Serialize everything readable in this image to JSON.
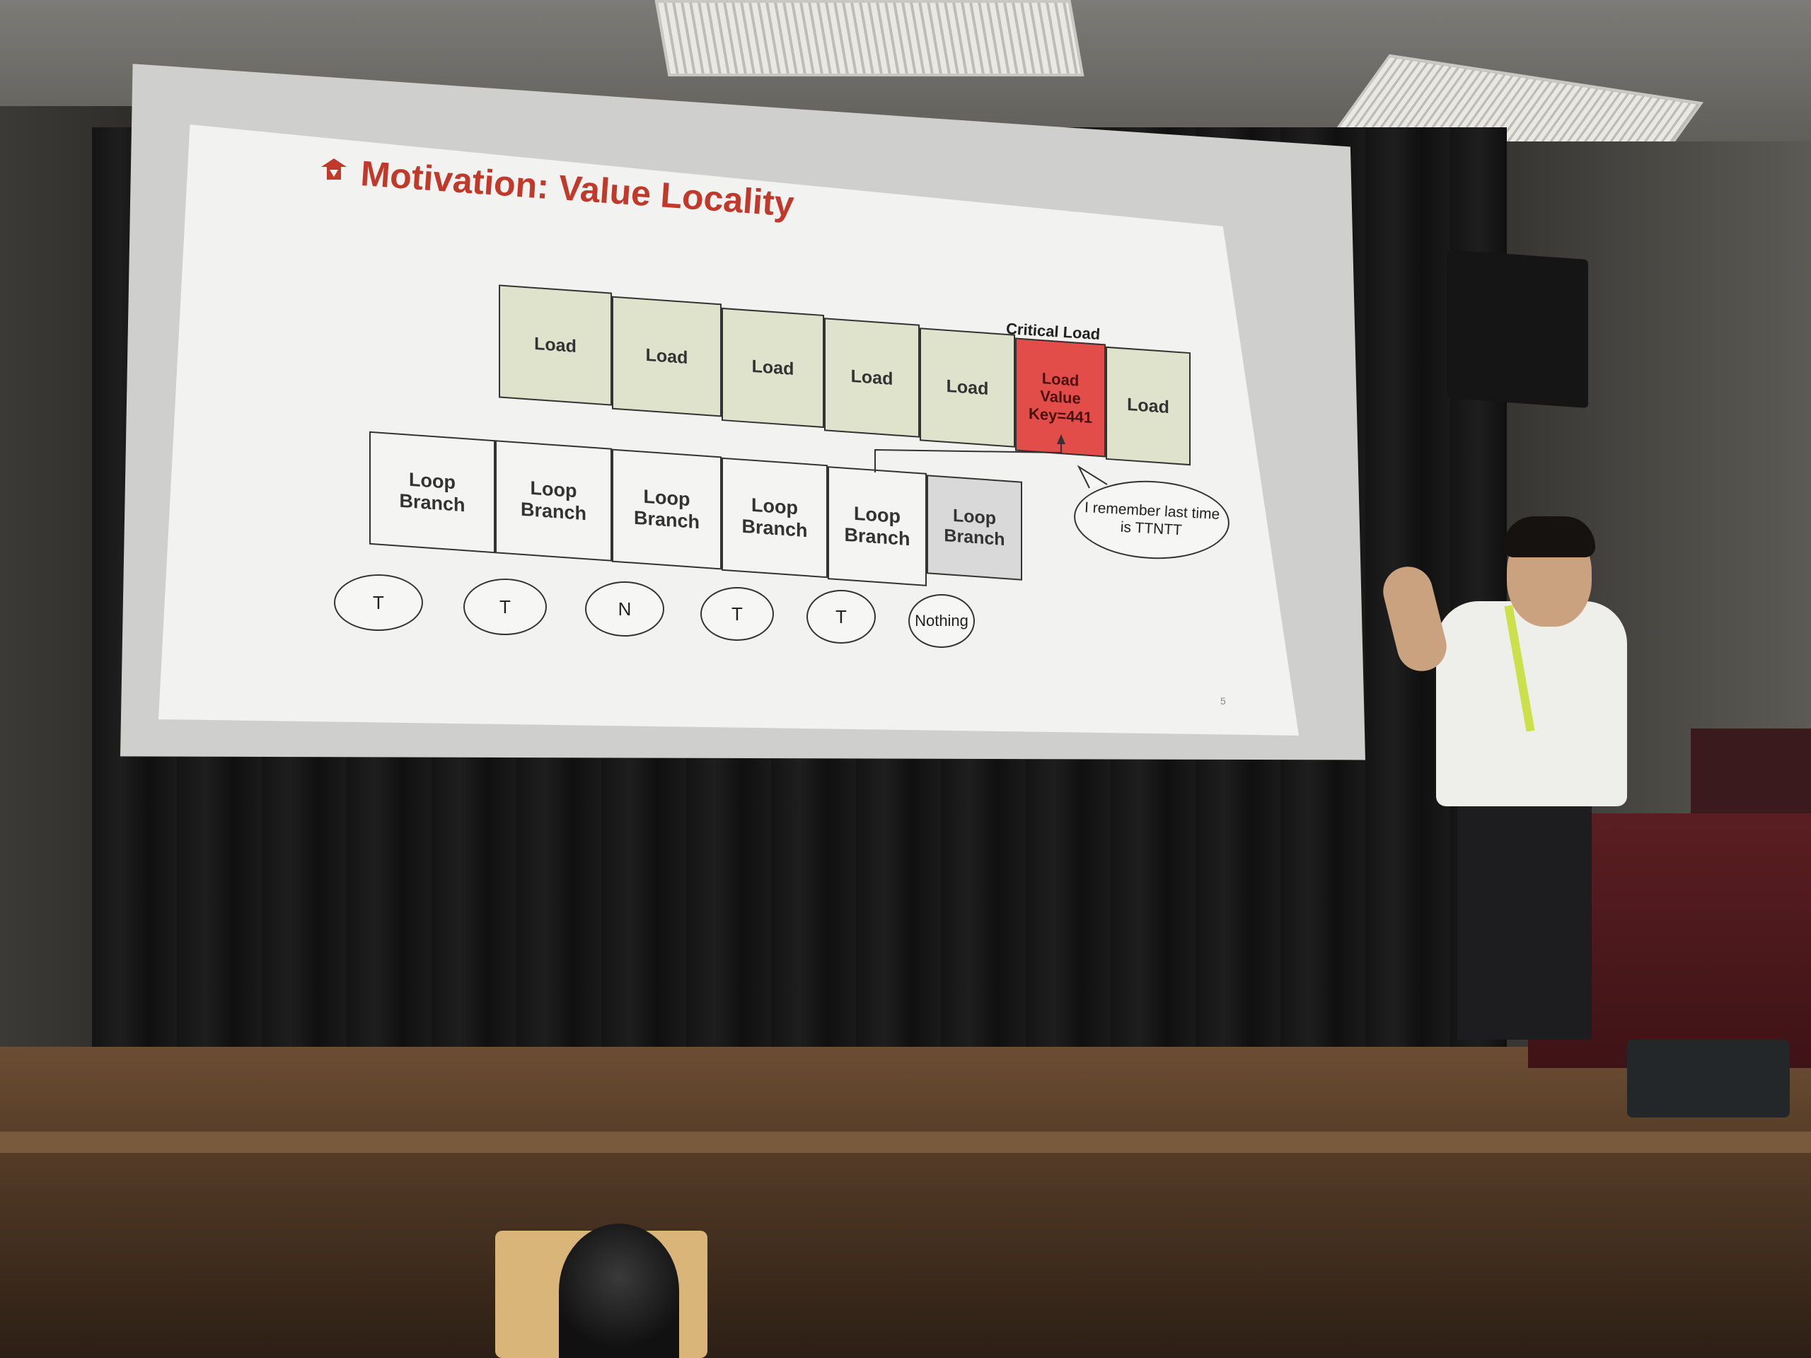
{
  "slide": {
    "title": "Motivation: Value Locality",
    "page_number": "5",
    "critical_label": "Critical Load",
    "load_row": [
      {
        "label": "Load",
        "state": "normal"
      },
      {
        "label": "Load",
        "state": "normal"
      },
      {
        "label": "Load",
        "state": "normal"
      },
      {
        "label": "Load",
        "state": "normal"
      },
      {
        "label": "Load",
        "state": "normal"
      },
      {
        "label": "Load\nValue\nKey=441",
        "state": "critical"
      },
      {
        "label": "Load",
        "state": "normal"
      }
    ],
    "branch_row": [
      {
        "label": "Loop\nBranch",
        "state": "normal"
      },
      {
        "label": "Loop\nBranch",
        "state": "normal"
      },
      {
        "label": "Loop\nBranch",
        "state": "normal"
      },
      {
        "label": "Loop\nBranch",
        "state": "normal"
      },
      {
        "label": "Loop\nBranch",
        "state": "normal"
      },
      {
        "label": "Loop\nBranch",
        "state": "grey"
      }
    ],
    "outcomes": [
      "T",
      "T",
      "N",
      "T",
      "T",
      "Nothing"
    ],
    "memory_bubble": "I remember last time\nis TTNTT",
    "colors": {
      "title": "#c0392b",
      "load_cell": "#dfe3cb",
      "critical_cell": "#e24d4a",
      "branch_grey": "#d9d9d9"
    }
  }
}
